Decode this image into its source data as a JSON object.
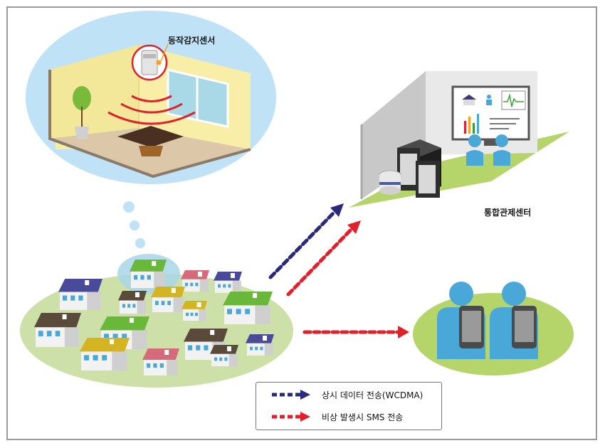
{
  "labels": {
    "sensor": "동작감지센서",
    "control_center": "통합관제센터"
  },
  "legend": {
    "items": [
      {
        "label": "상시 데이터 전송(WCDMA)",
        "color": "#2a2a7a"
      },
      {
        "label": "비상 발생시 SMS 전송",
        "color": "#e0202a"
      }
    ]
  },
  "colors": {
    "bubble": "#bfe2f6",
    "ground": "#cde0a8",
    "platform": "#b5d56a",
    "person": "#4aa8d8",
    "wall": "#f7ec9f",
    "wave": "#e0202a",
    "data_arrow": "#2a2a7a",
    "sms_arrow": "#e0202a"
  }
}
